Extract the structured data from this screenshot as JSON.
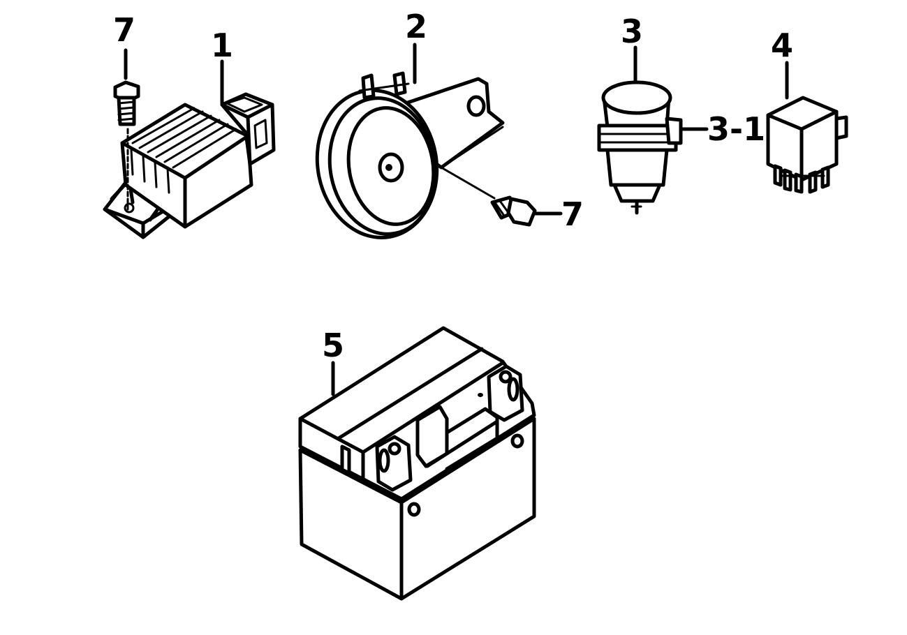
{
  "callouts": {
    "regulator_bolt": "7",
    "regulator": "1",
    "horn": "2",
    "horn_bolt": "7",
    "switch": "3",
    "switch_sub": "3-1",
    "relay": "4",
    "battery": "5"
  }
}
